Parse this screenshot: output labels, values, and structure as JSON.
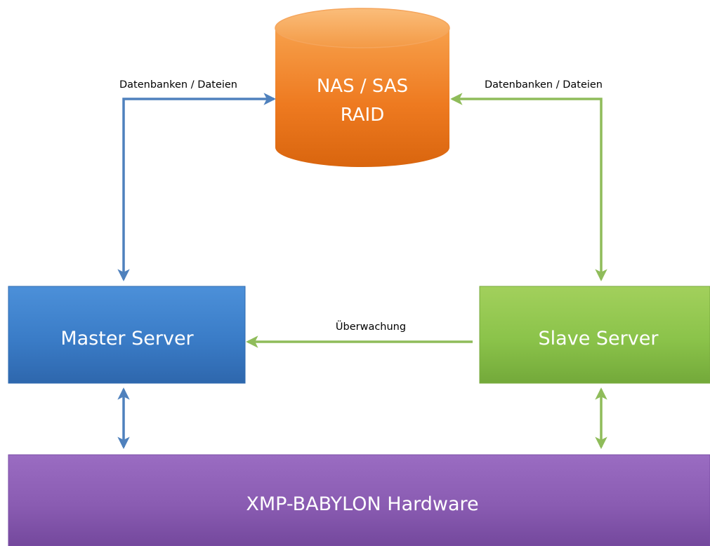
{
  "storage": {
    "line1": "NAS / SAS",
    "line2": "RAID"
  },
  "master": {
    "label": "Master Server"
  },
  "slave": {
    "label": "Slave Server"
  },
  "hardware": {
    "label": "XMP-BABYLON Hardware"
  },
  "connections": {
    "master_storage_label": "Datenbanken / Dateien",
    "slave_storage_label": "Datenbanken / Dateien",
    "monitoring_label": "Überwachung"
  },
  "colors": {
    "storage": "#ee7a20",
    "master": "#3a7cc7",
    "slave": "#8bc34a",
    "hardware": "#8a5cb2",
    "blue_arrow": "#4f81bd",
    "green_arrow": "#8fbc5a"
  }
}
